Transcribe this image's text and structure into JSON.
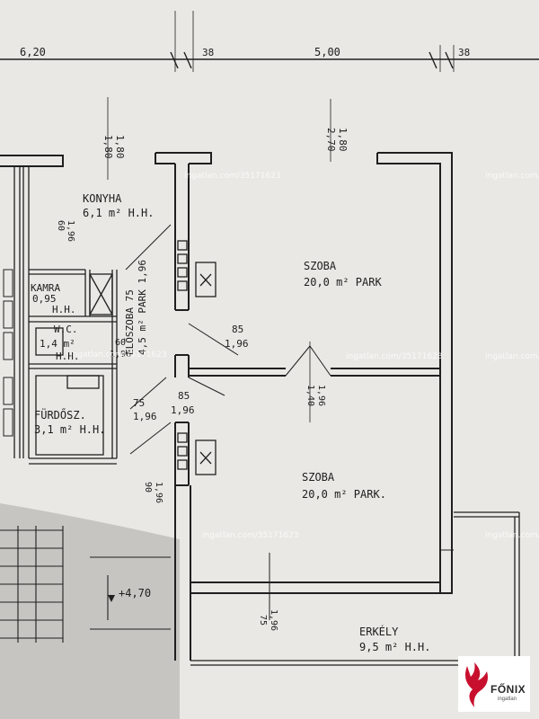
{
  "dimensions": {
    "top_left": "6,20",
    "top_gap1": "38",
    "top_mid": "5,00",
    "top_gap2": "38",
    "kitchen_h1": "1,80",
    "kitchen_h2": "1,80",
    "room_h1": "2,70",
    "room_h2": "1,80",
    "pantry_door1": "60",
    "pantry_door2": "1,96",
    "door_85a1": "85",
    "door_85a2": "1,96",
    "wc_door1": "60",
    "wc_door2": "1,96",
    "bath_door1": "75",
    "bath_door2": "1,96",
    "door_85b1": "85",
    "door_85b2": "1,96",
    "room_door1": "1,40",
    "room_door2": "1,96",
    "hall_door1": "90",
    "hall_door2": "1,96",
    "balcony_door1": "75",
    "balcony_door2": "1,96",
    "level": "+4,70"
  },
  "rooms": {
    "kitchen_name": "KONYHA",
    "kitchen_area": "6,1 m² H.H.",
    "pantry_name": "KAMRA",
    "pantry_area": "0,95",
    "pantry_floor": "H.H.",
    "wc_name": "W.C.",
    "wc_area": "1,4 m²",
    "wc_floor": "H.H.",
    "hall_name": "ELŐSZOBA 75",
    "hall_area": "4,5 m² PARK 1,96",
    "bath_name": "FÜRDŐSZ.",
    "bath_area": "3,1 m² H.H.",
    "room1_name": "SZOBA",
    "room1_area": "20,0 m² PARK",
    "room2_name": "SZOBA",
    "room2_area": "20,0 m² PARK.",
    "balcony_name": "ERKÉLY",
    "balcony_area": "9,5 m² H.H."
  },
  "watermark": "ingatlan.com/35171623",
  "logo": {
    "name": "FŐNIX",
    "sub": "ingatlan",
    "color": "#c8102e"
  }
}
